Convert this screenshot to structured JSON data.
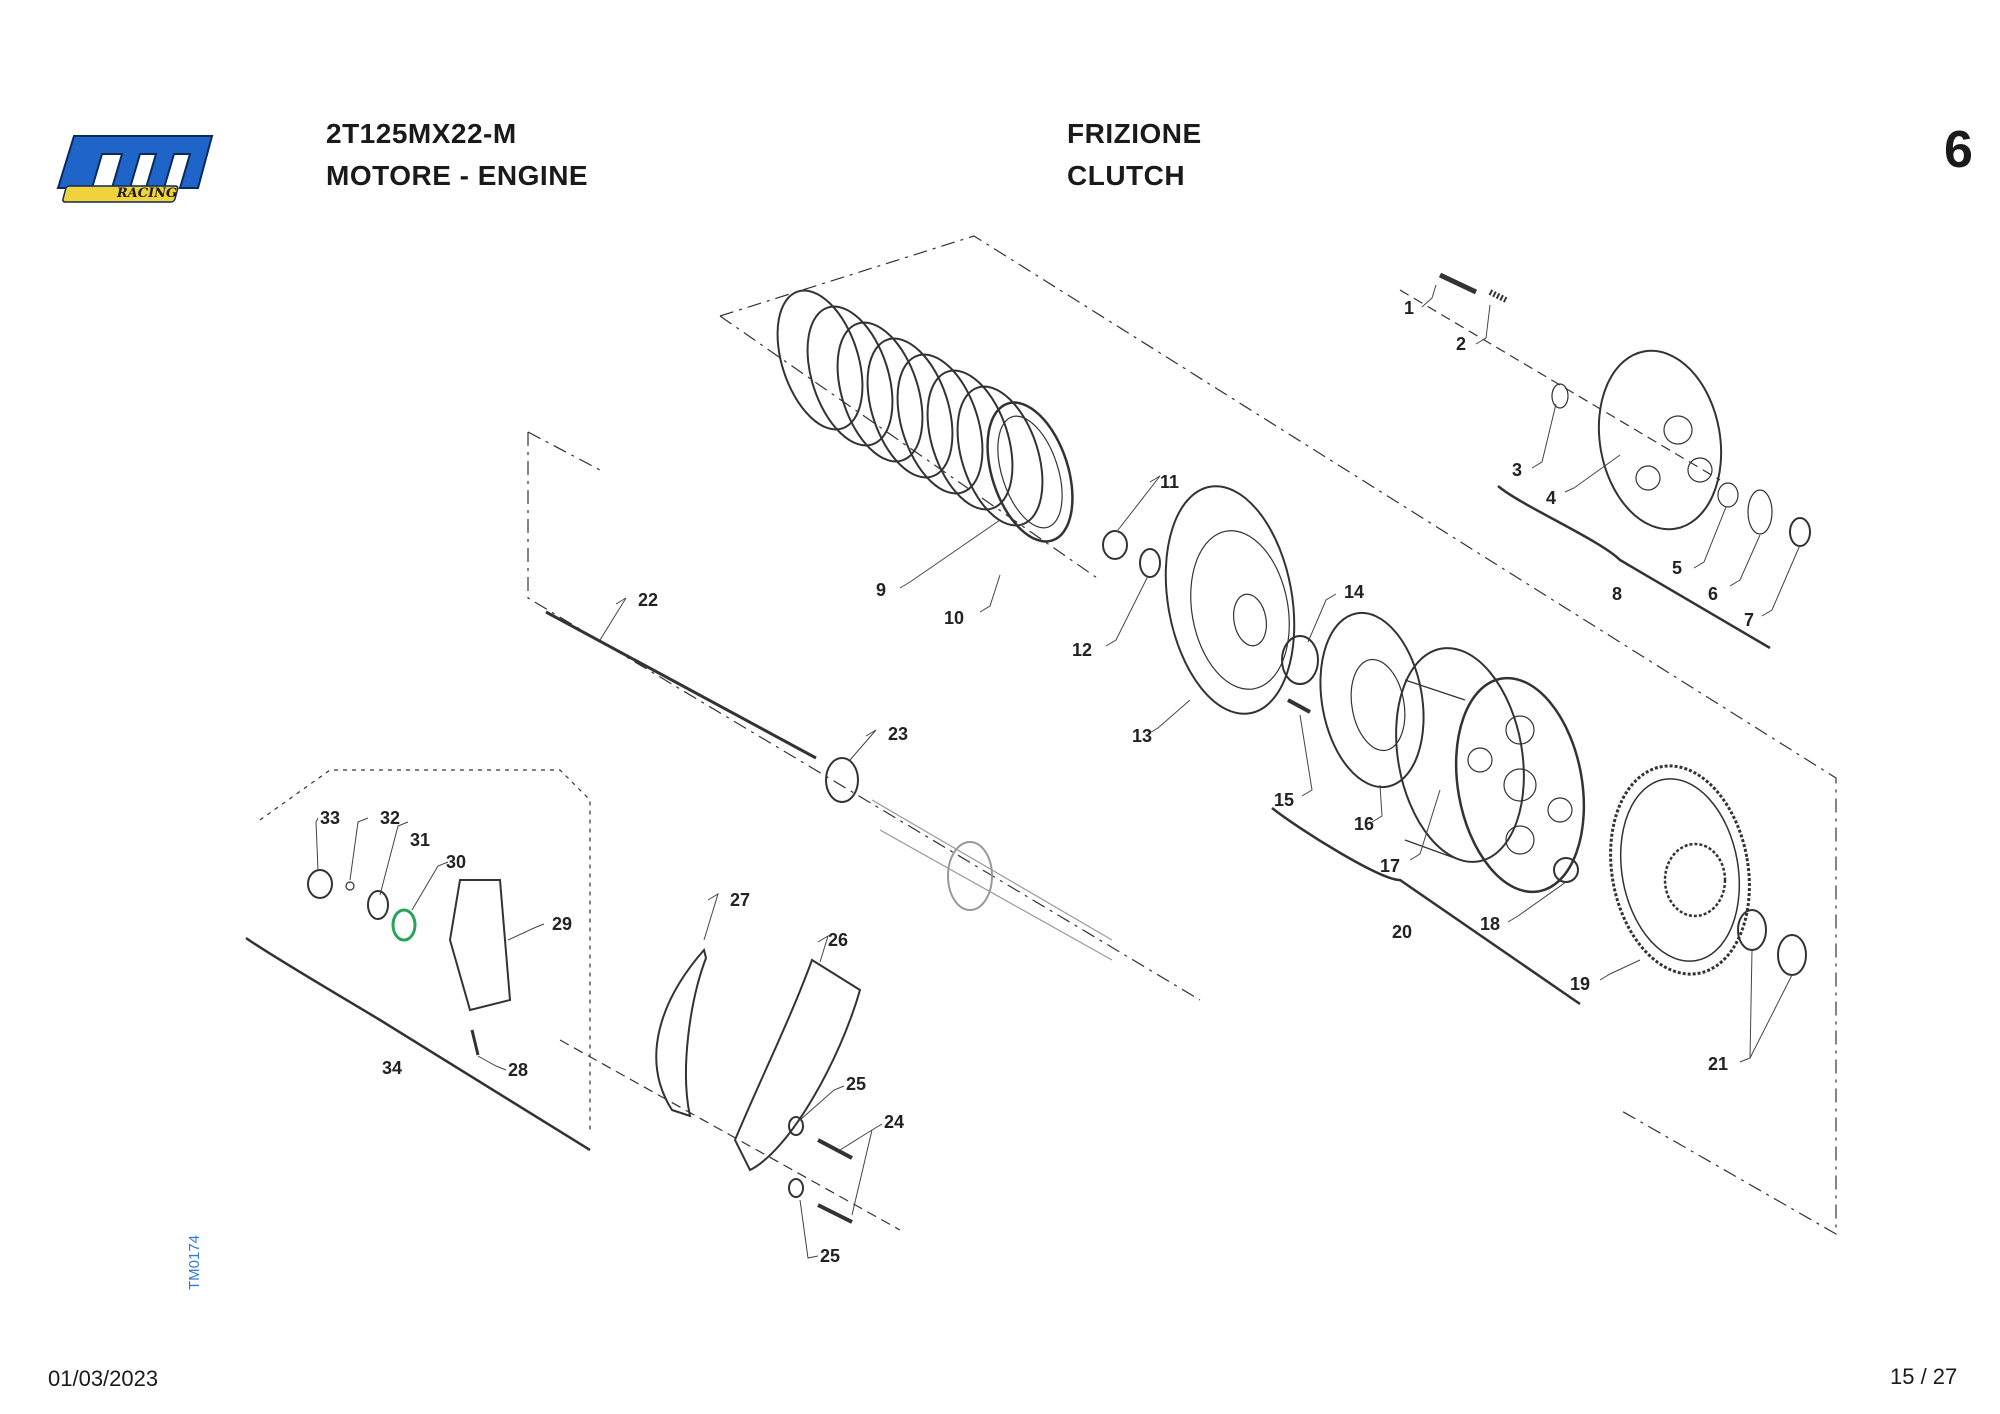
{
  "logo": {
    "brand": "tm",
    "sub": "RACING",
    "color_main": "#1f64c8",
    "color_sub": "#f0d23c"
  },
  "header": {
    "model": "2T125MX22-M",
    "section": "MOTORE - ENGINE",
    "title_it": "FRIZIONE",
    "title_en": "CLUTCH",
    "page_index": "6"
  },
  "drawing_code": "TM0174",
  "footer": {
    "date": "01/03/2023",
    "page": "15 / 27"
  },
  "labels": {
    "l1": "1",
    "l2": "2",
    "l3": "3",
    "l4": "4",
    "l5": "5",
    "l6": "6",
    "l7": "7",
    "l8": "8",
    "l9": "9",
    "l10": "10",
    "l11": "11",
    "l12": "12",
    "l13": "13",
    "l14": "14",
    "l15": "15",
    "l16": "16",
    "l17": "17",
    "l18": "18",
    "l19": "19",
    "l20": "20",
    "l21": "21",
    "l22": "22",
    "l23": "23",
    "l24": "24",
    "l25a": "25",
    "l25b": "25",
    "l26": "26",
    "l27": "27",
    "l28": "28",
    "l29": "29",
    "l30": "30",
    "l31": "31",
    "l32": "32",
    "l33": "33",
    "l34": "34"
  }
}
